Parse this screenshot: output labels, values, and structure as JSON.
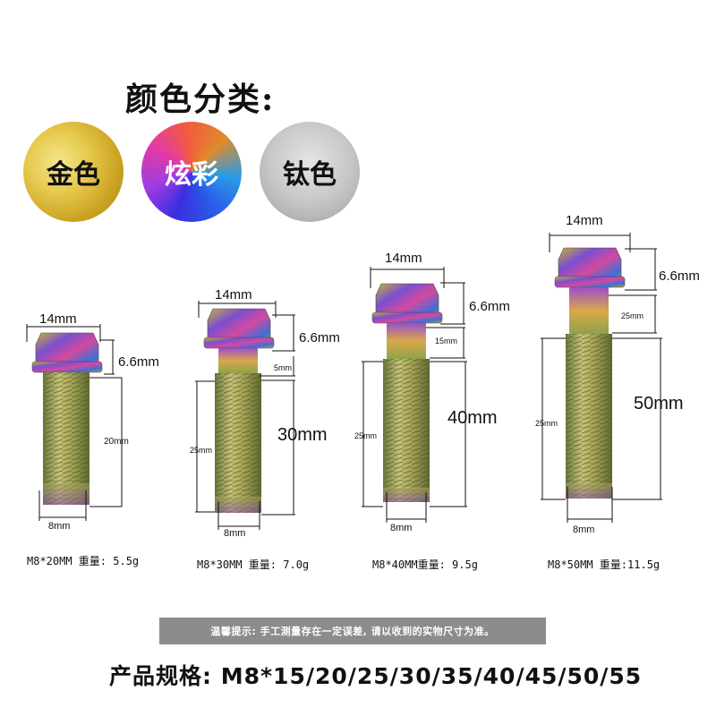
{
  "title": "颜色分类:",
  "colors": [
    {
      "label": "金色",
      "icon": "gold-swatch"
    },
    {
      "label": "炫彩",
      "icon": "rainbow-swatch"
    },
    {
      "label": "钛色",
      "icon": "titanium-swatch"
    }
  ],
  "bolts": [
    {
      "head": "14mm",
      "height": "6.6mm",
      "length": "20mm",
      "diameter": "8mm",
      "caption": "M8*20MM 重量: 5.5g"
    },
    {
      "head": "14mm",
      "height": "6.6mm",
      "shoulder": "5mm",
      "thread": "25mm",
      "length": "30mm",
      "diameter": "8mm",
      "caption": "M8*30MM 重量: 7.0g"
    },
    {
      "head": "14mm",
      "height": "6.6mm",
      "shoulder": "15mm",
      "thread": "25mm",
      "length": "40mm",
      "diameter": "8mm",
      "caption": "M8*40MM重量: 9.5g"
    },
    {
      "head": "14mm",
      "height": "6.6mm",
      "shoulder": "25mm",
      "thread": "25mm",
      "length": "50mm",
      "diameter": "8mm",
      "caption": "M8*50MM 重量:11.5g"
    }
  ],
  "notice": "温馨提示: 手工测量存在一定误差, 请以收到的实物尺寸为准。",
  "spec": "产品规格: M8*15/20/25/30/35/40/45/50/55"
}
